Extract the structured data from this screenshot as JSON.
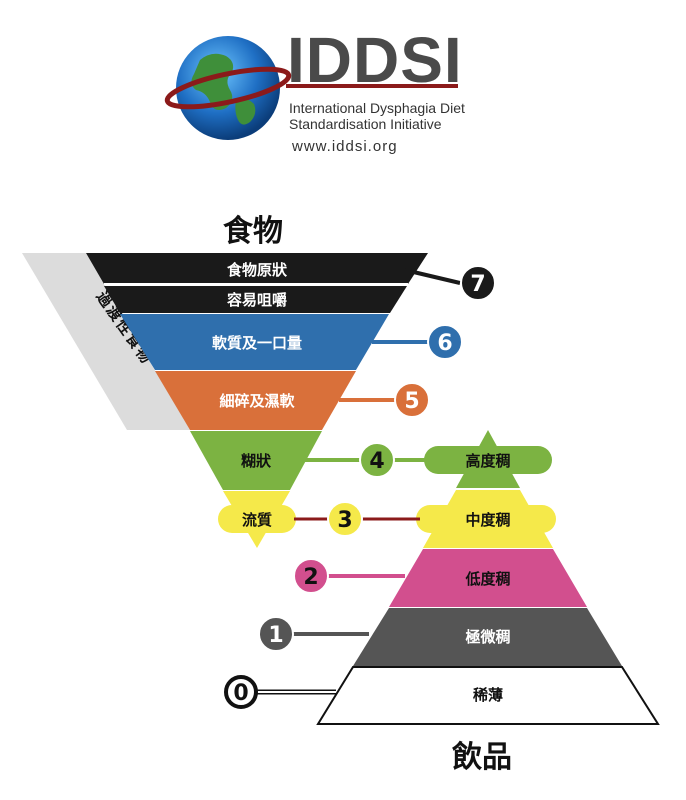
{
  "logo": {
    "name": "IDDSI",
    "subtitle_line1": "International Dysphagia Diet",
    "subtitle_line2": "Standardisation Initiative",
    "url": "www.iddsi.org"
  },
  "food_heading": "食物",
  "drinks_heading": "飲品",
  "transitional_label": "過渡性食物",
  "food_levels": [
    {
      "level": "7",
      "label": "食物原狀",
      "color": "#1a1a1a"
    },
    {
      "level": "7",
      "label": "容易咀嚼",
      "color": "#1a1a1a"
    },
    {
      "level": "6",
      "label": "軟質及一口量",
      "color": "#2f6fad"
    },
    {
      "level": "5",
      "label": "細碎及濕軟",
      "color": "#d9703a"
    },
    {
      "level": "4",
      "label": "糊狀",
      "color": "#7cb342"
    },
    {
      "level": "3",
      "label": "流質",
      "color": "#f5e94a"
    }
  ],
  "drink_levels": [
    {
      "level": "4",
      "label": "高度稠",
      "color": "#7cb342"
    },
    {
      "level": "3",
      "label": "中度稠",
      "color": "#f5e94a"
    },
    {
      "level": "2",
      "label": "低度稠",
      "color": "#d24f8e"
    },
    {
      "level": "1",
      "label": "極微稠",
      "color": "#555555"
    },
    {
      "level": "0",
      "label": "稀薄",
      "color": "#ffffff"
    }
  ],
  "colors": {
    "dark": "#1a1a1a",
    "level6": "#2f6fad",
    "level5": "#d9703a",
    "level4": "#7cb342",
    "level3": "#f5e94a",
    "level2": "#d24f8e",
    "level1": "#555555",
    "transitional": "#dcdcdc",
    "logo_ring": "#8b1a1a"
  }
}
